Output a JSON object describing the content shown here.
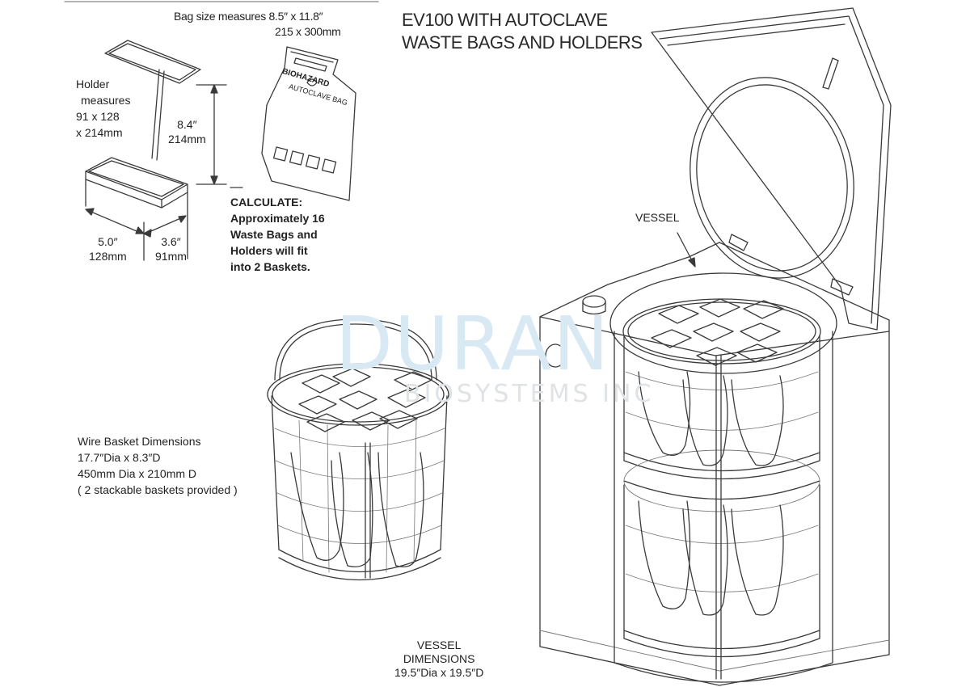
{
  "title": {
    "line1": "EV100 WITH AUTOCLAVE",
    "line2": "WASTE BAGS AND HOLDERS"
  },
  "bag_size": {
    "line1": "Bag size measures 8.5″ x 11.8″",
    "line2": "215 x 300mm"
  },
  "holder": {
    "line1": "Holder",
    "line2": "measures",
    "line3": "91 x 128",
    "line4": "x 214mm"
  },
  "holder_height": {
    "inches": "8.4″",
    "mm": "214mm"
  },
  "holder_width": {
    "inches": "5.0″",
    "mm": "128mm"
  },
  "holder_depth": {
    "inches": "3.6″",
    "mm": "91mm"
  },
  "calculate": {
    "heading": "CALCULATE:",
    "line1": "Approximately 16",
    "line2": "Waste Bags and",
    "line3": "Holders will fit",
    "line4": "into 2 Baskets."
  },
  "basket": {
    "line1": "Wire Basket Dimensions",
    "line2": "17.7″Dia x 8.3″D",
    "line3": "450mm Dia x 210mm D",
    "line4": "( 2 stackable baskets provided )"
  },
  "vessel_label": "VESSEL",
  "vessel_dims": {
    "line1": "VESSEL",
    "line2": "DIMENSIONS",
    "line3": "19.5″Dia x 19.5″D"
  },
  "bag_print": {
    "biohazard": "BIOHAZARD",
    "autoclave": "AUTOCLAVE BAG"
  },
  "watermark": {
    "word": "DURAN",
    "subtitle": "BIOSYSTEMS INC"
  },
  "colors": {
    "line": "#3a3a3a",
    "watermark_blue": "#d8e9f3",
    "watermark_gray": "#dfe3e6"
  }
}
